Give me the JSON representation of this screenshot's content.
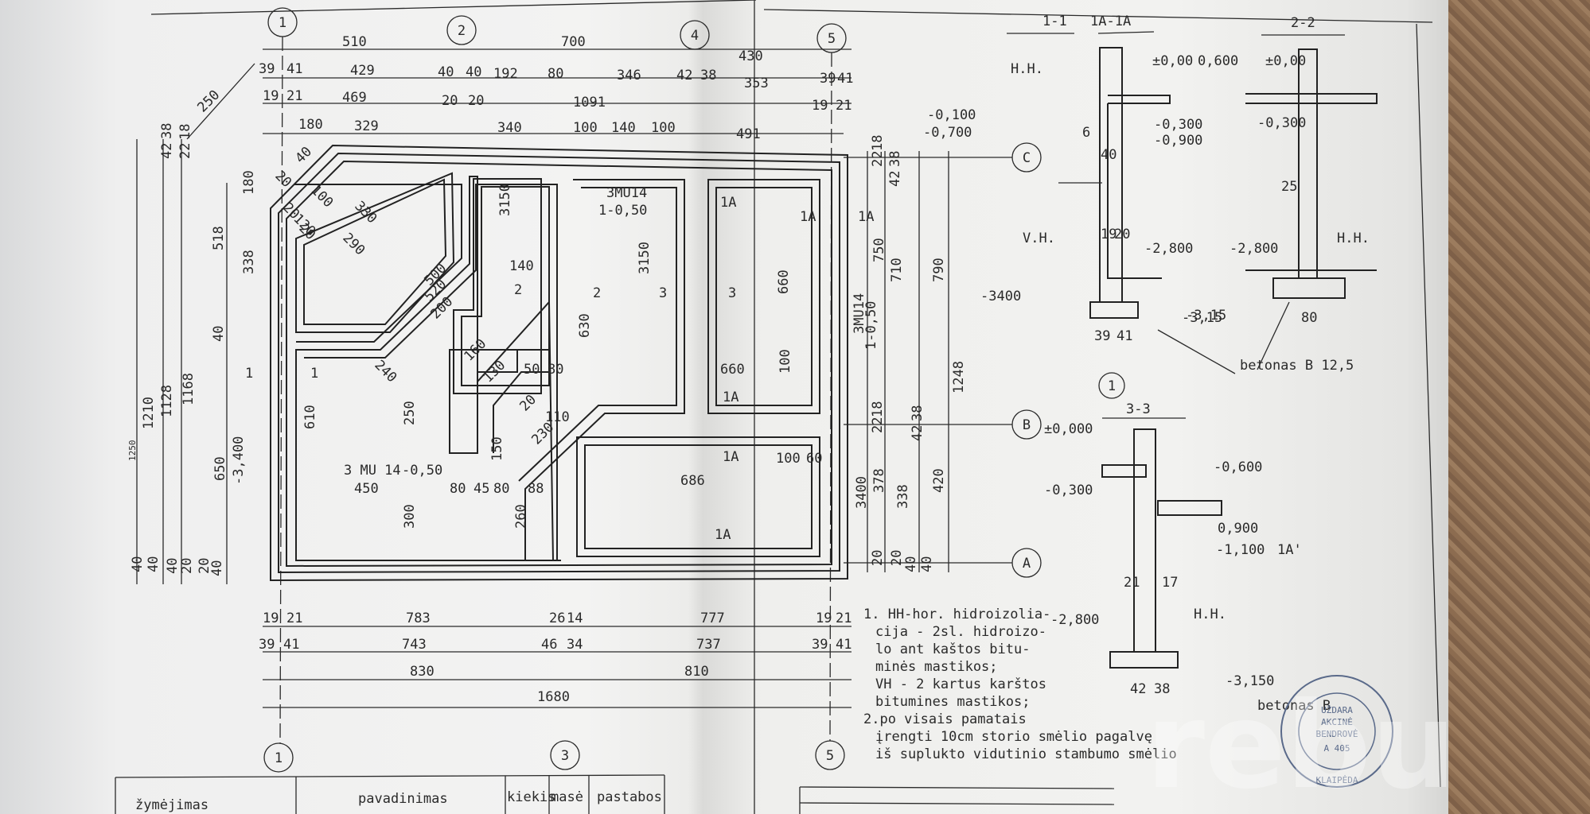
{
  "grid_axes": {
    "top": [
      "1",
      "2",
      "4",
      "5"
    ],
    "bottom": [
      "1",
      "3",
      "5"
    ],
    "right": [
      "C",
      "B",
      "A"
    ]
  },
  "top_dims": {
    "row1": [
      "510",
      "700",
      "430"
    ],
    "row2": [
      "39",
      "41",
      "429",
      "40",
      "40",
      "192",
      "80",
      "346",
      "42",
      "38",
      "353",
      "39",
      "41"
    ],
    "row3": [
      "19",
      "21",
      "469",
      "20",
      "20",
      "1091",
      "19",
      "21"
    ],
    "row4": [
      "180",
      "329",
      "340",
      "100",
      "140",
      "100",
      "491"
    ]
  },
  "diag_dims": [
    "250",
    "40",
    "20",
    "100",
    "20",
    "120",
    "20",
    "330",
    "290"
  ],
  "left_dims": [
    "42",
    "38",
    "22",
    "18",
    "180",
    "518",
    "338",
    "40",
    "1168",
    "1128",
    "1210",
    "1250",
    "650",
    "40",
    "40",
    "20",
    "20",
    "40",
    "40"
  ],
  "interior_dims": [
    "3150",
    "140",
    "500",
    "520",
    "200",
    "160",
    "130",
    "50",
    "80",
    "20",
    "110",
    "230",
    "150",
    "240",
    "250",
    "610",
    "300",
    "450",
    "80",
    "45",
    "80",
    "88",
    "260",
    "630",
    "3150",
    "660",
    "660",
    "100",
    "686",
    "100",
    "60"
  ],
  "right_dims": [
    "22",
    "18",
    "42",
    "38",
    "750",
    "710",
    "790",
    "1248",
    "22",
    "18",
    "42",
    "38",
    "338",
    "378",
    "420",
    "20",
    "20",
    "40",
    "40",
    "3400"
  ],
  "bottom_dims": {
    "row1": [
      "19",
      "21",
      "783",
      "26",
      "14",
      "777",
      "19",
      "21"
    ],
    "row2": [
      "39",
      "41",
      "743",
      "46",
      "34",
      "737",
      "39",
      "41"
    ],
    "row3": [
      "830",
      "810"
    ],
    "row4": [
      "1680"
    ]
  },
  "room_labels": [
    "1",
    "1",
    "2",
    "2",
    "3",
    "3",
    "1A",
    "1A",
    "1A",
    "1A",
    "1A",
    "1A"
  ],
  "lintels": [
    "3MU14",
    "1-0,50",
    "3MU14",
    "1-0,50",
    "3 MU 14",
    "-0,50"
  ],
  "levels": [
    "-0,100",
    "-0,700",
    "-3400",
    "-3,400",
    "±0,000"
  ],
  "sections": {
    "s11": {
      "title": "1-1",
      "title2": "1A-1A",
      "hh": "H.H.",
      "vh": "V.H.",
      "levels": [
        "±0,00",
        "0,600",
        "-0,300",
        "-0,900",
        "-2,800",
        "-3,15"
      ],
      "dims": [
        "6",
        "40",
        "19",
        "20",
        "39",
        "41"
      ],
      "axis": "1"
    },
    "s22": {
      "title": "2-2",
      "levels": [
        "±0,00",
        "-0,300",
        "-2,800"
      ],
      "dims": [
        "25",
        "80"
      ],
      "hh": "H.H."
    },
    "beton1": "betonas B 12,5",
    "s33": {
      "title": "3-3",
      "levels": [
        "-0,600",
        "-0,300",
        "0,900",
        "-1,100",
        "1A'",
        "-2,800",
        "-3,150"
      ],
      "dims": [
        "21",
        "17",
        "42",
        "38"
      ],
      "hh": "H.H."
    },
    "beton2": "betonas B"
  },
  "notes": [
    "1. HH-hor. hidroizolia-",
    "cija - 2sl. hidroizo-",
    "lo ant kaštos bitu-",
    "minės mastikos;",
    "VH - 2 kartus karštos",
    "bitumines mastikos;",
    "2.po visais pamatais",
    "įrengti 10cm storio smėlio pagalvę",
    "iš suplukto vidutinio stambumo smėlio"
  ],
  "stamp": {
    "ring": "KLAIPĖDA",
    "lines": [
      "UŽDARA",
      "AKCINĖ",
      "BENDROVĖ"
    ],
    "num": "A 405"
  },
  "title_block": [
    "žymėjimas",
    "pavadinimas",
    "kiekis",
    "masė",
    "pastabos"
  ],
  "watermark": "rebu",
  "colors": {
    "ink": "#2a2a2a",
    "paper": "#f2f2f0",
    "carpet": "#8c6c50"
  }
}
